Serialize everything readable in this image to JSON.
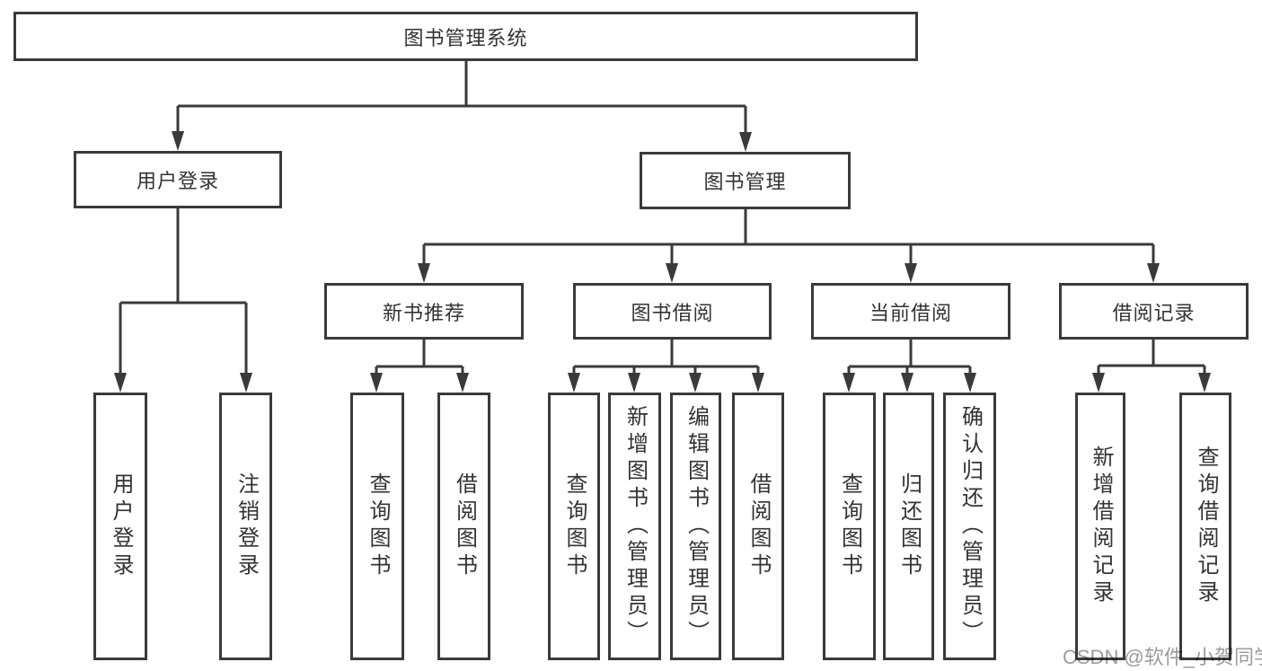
{
  "colors": {
    "line": "#3a3a3a",
    "text": "#333333",
    "watermark": "#9b9b9b"
  },
  "nodes": {
    "root": {
      "label": "图书管理系统"
    },
    "user_login": {
      "label": "用户登录",
      "children": {
        "login": {
          "label": "用户登录"
        },
        "logout": {
          "label": "注销登录"
        }
      }
    },
    "book_management": {
      "label": "图书管理",
      "children": {
        "new_book_recommend": {
          "label": "新书推荐",
          "children": {
            "query_books": {
              "label": "查询图书"
            },
            "borrow_books": {
              "label": "借阅图书"
            }
          }
        },
        "book_borrow": {
          "label": "图书借阅",
          "children": {
            "query_books": {
              "label": "查询图书"
            },
            "add_books": {
              "label": "新增图书（管理员）"
            },
            "edit_books": {
              "label": "编辑图书（管理员）"
            },
            "borrow_books": {
              "label": "借阅图书"
            }
          }
        },
        "current_borrow": {
          "label": "当前借阅",
          "children": {
            "query_books": {
              "label": "查询图书"
            },
            "return_books": {
              "label": "归还图书"
            },
            "confirm_return": {
              "label": "确认归还（管理员）"
            }
          }
        },
        "borrow_records": {
          "label": "借阅记录",
          "children": {
            "add_record": {
              "label": "新增借阅记录"
            },
            "query_record": {
              "label": "查询借阅记录"
            }
          }
        }
      }
    }
  },
  "watermark": {
    "text": "CSDN @软件_小贺同学"
  }
}
